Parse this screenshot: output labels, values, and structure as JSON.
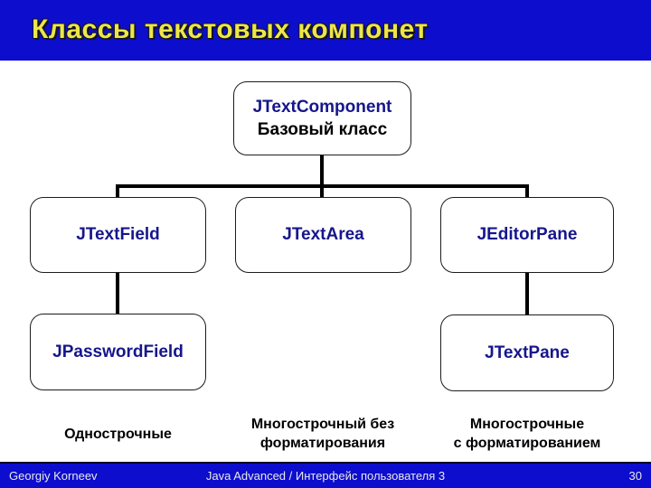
{
  "title": "Классы текстовых компонет",
  "diagram": {
    "root": {
      "class_name": "JTextComponent",
      "subtitle": "Базовый класс"
    },
    "children": [
      {
        "label": "JTextField"
      },
      {
        "label": "JTextArea"
      },
      {
        "label": "JEditorPane"
      }
    ],
    "grandchildren": [
      {
        "label": "JPasswordField",
        "parent": "JTextField"
      },
      {
        "label": "JTextPane",
        "parent": "JEditorPane"
      }
    ],
    "captions": [
      {
        "line1": "Однострочные",
        "line2": ""
      },
      {
        "line1": "Многострочный без",
        "line2": "форматирования"
      },
      {
        "line1": "Многострочные",
        "line2": "с форматированием"
      }
    ]
  },
  "footer": {
    "author": "Georgiy Korneev",
    "course": "Java Advanced / Интерфейс пользователя 3",
    "page": "30"
  },
  "colors": {
    "header_bg": "#0d0dce",
    "footer_bg": "#0d0dce",
    "title_color": "#ece64a",
    "class_name_color": "#16168c",
    "line_color": "#000000"
  }
}
